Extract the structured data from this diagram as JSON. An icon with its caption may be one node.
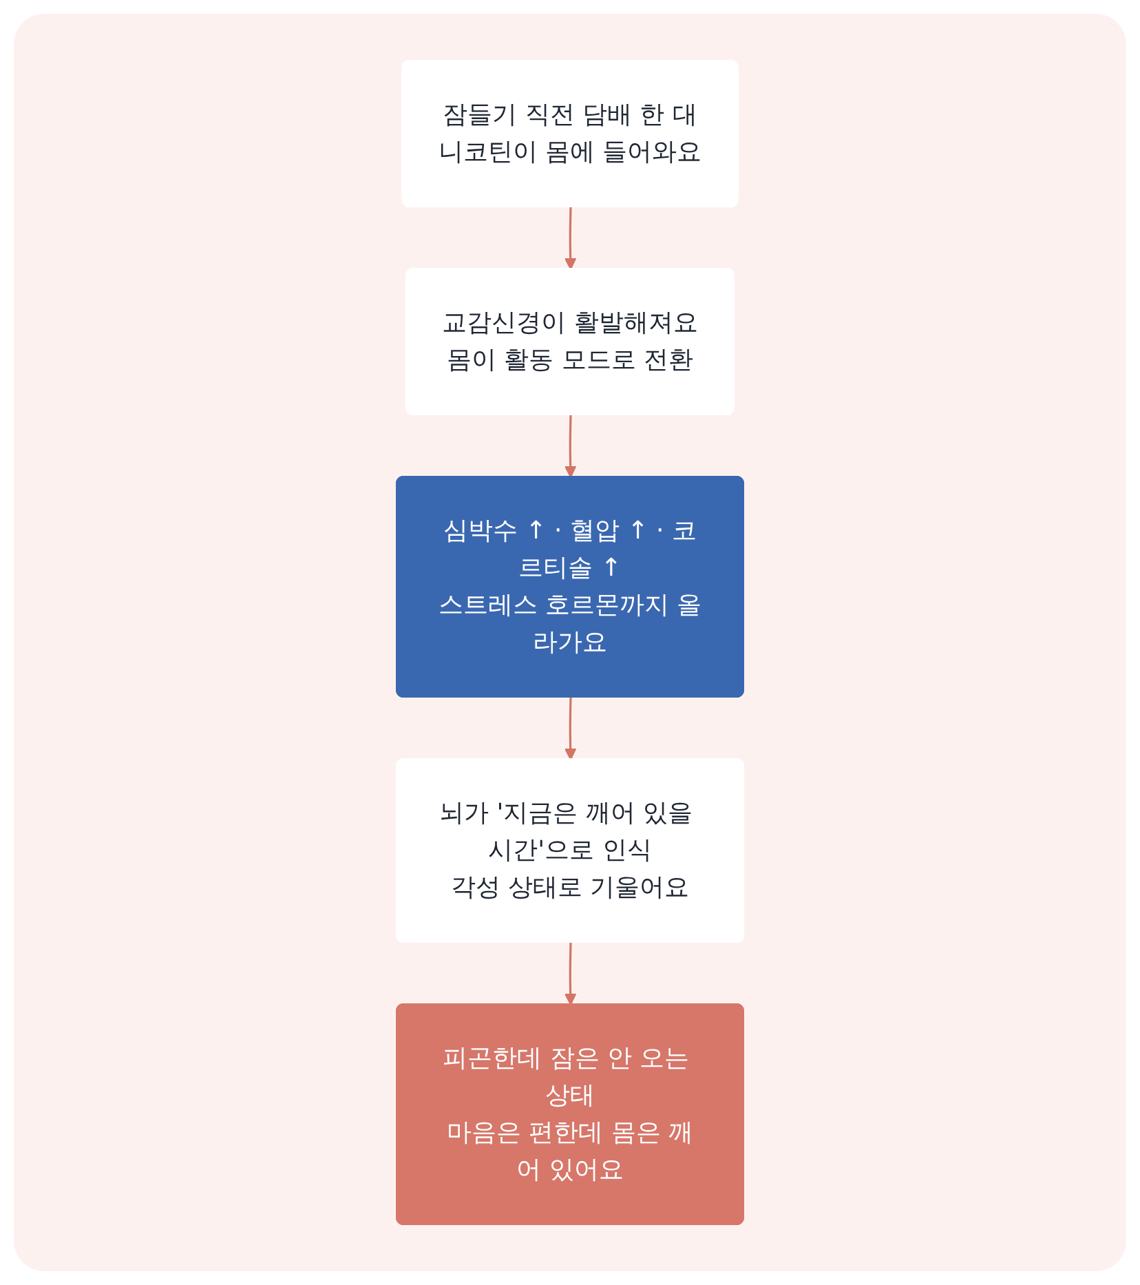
{
  "diagram": {
    "nodes": [
      {
        "text": [
          "잠들기 직전 담배 한 대",
          "니코틴이 몸에 들어와요"
        ]
      },
      {
        "text": [
          "교감신경이 활발해져요",
          "몸이 활동 모드로 전환"
        ]
      },
      {
        "text": [
          "심박수 ↑ · 혈압 ↑ · 코르티솔 ↑",
          "스트레스 호르몬까지 올라가요"
        ]
      },
      {
        "text": [
          "뇌가 '지금은 깨어 있을 시간'으로 인식",
          "각성 상태로 기울어요"
        ]
      },
      {
        "text": [
          "피곤한데 잠은 안 오는 상태",
          "마음은 편한데 몸은 깨어 있어요"
        ]
      }
    ],
    "edges": [
      {
        "from": 0,
        "to": 1,
        "arrow": "to"
      },
      {
        "from": 1,
        "to": 2,
        "arrow": "to"
      },
      {
        "from": 2,
        "to": 3,
        "arrow": "to"
      },
      {
        "from": 3,
        "to": 4,
        "arrow": "to"
      }
    ]
  }
}
